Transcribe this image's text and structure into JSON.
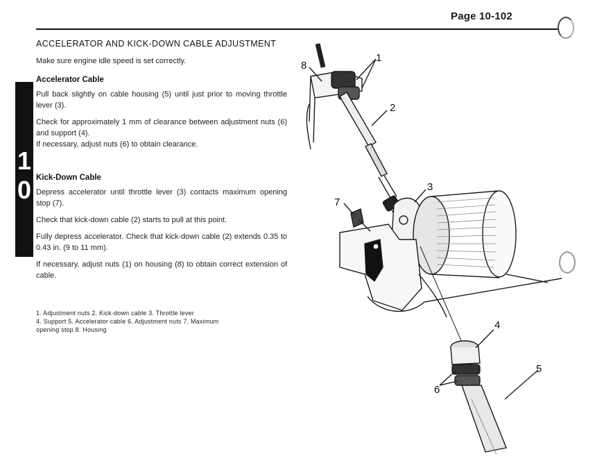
{
  "header": {
    "page_number": "Page 10-102"
  },
  "chapter_tab": [
    "1",
    "0"
  ],
  "section": {
    "title": "ACCELERATOR AND KICK-DOWN CABLE ADJUSTMENT",
    "intro": "Make sure engine idle speed is set correctly."
  },
  "accelerator_cable": {
    "heading": "Accelerator Cable",
    "steps": [
      "Pull back slightly on cable housing (5) until just prior to moving throttle lever (3).",
      "Check for approximately 1 mm of clearance between adjustment nuts (6) and support (4).",
      "If necessary, adjust nuts (6) to obtain clearance."
    ]
  },
  "kickdown_cable": {
    "heading": "Kick-Down Cable",
    "steps": [
      "Depress accelerator until throttle lever (3) contacts maximum opening stop (7).",
      "Check that kick-down cable (2) starts to pull at this point.",
      "Fully depress accelerator. Check that kick-down cable (2) extends 0.35 to 0.43 in. (9 to 11 mm).",
      "If necessary, adjust nuts (1) on housing (8) to obtain correct extension of cable."
    ]
  },
  "legend": {
    "line1": "1. Adjustment nuts   2. Kick-down cable   3. Throttle lever",
    "line2": "4. Support   5. Accelerator cable   6. Adjustment nuts   7. Maximum",
    "line3": "opening stop   8. Housing"
  },
  "figure": {
    "callouts": [
      "1",
      "2",
      "3",
      "4",
      "5",
      "6",
      "7",
      "8"
    ]
  }
}
